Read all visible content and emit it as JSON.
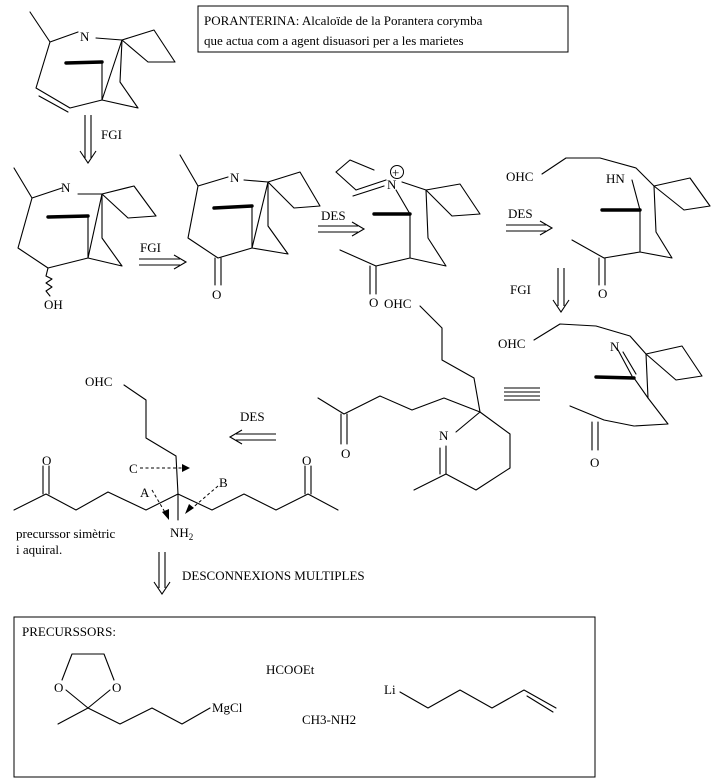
{
  "title_box": {
    "line1": "PORANTERINA:  Alcaloïde de la Porantera corymba",
    "line2": "que actua com a agent disuasori per a les marietes"
  },
  "arrows": {
    "fgi_1": "FGI",
    "fgi_2": "FGI",
    "des_1": "DES",
    "des_2": "DES",
    "fgi_3": "FGI",
    "des_3": "DES",
    "multiple": "DESCONNEXIONS MULTIPLES"
  },
  "atoms": {
    "n": "N",
    "oh": "OH",
    "o": "O",
    "ohc": "OHC",
    "hn": "HN",
    "plus": "+",
    "nh2": "NH",
    "nh2_sub": "2",
    "a": "A",
    "b": "B",
    "c": "C",
    "mgcl": "MgCl",
    "li": "Li"
  },
  "notes": {
    "precursor_line1": "precurssor simètric",
    "precursor_line2": "i aquiral."
  },
  "precursors": {
    "heading": "PRECURSSORS:",
    "reagent_1": "HCOOEt",
    "reagent_2": "CH3-NH2"
  }
}
